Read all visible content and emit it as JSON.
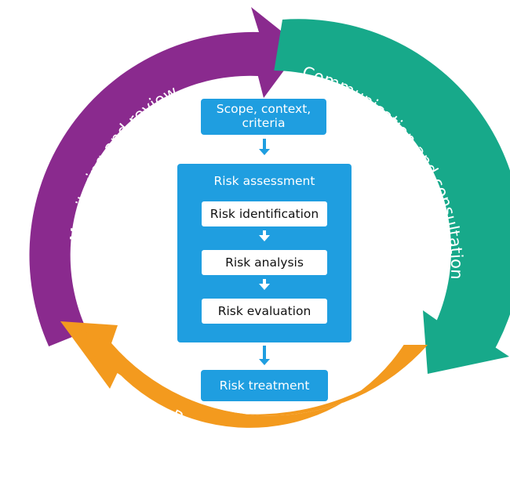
{
  "colors": {
    "monitoring": "#8a2a8e",
    "communication": "#17a98a",
    "recording": "#f39a1e",
    "process_blue": "#1f9ee0"
  },
  "cycle": {
    "monitoring_label": "Monitoring and review",
    "communication_label": "Communication and consultation",
    "recording_label": "Recording and reporting"
  },
  "process": {
    "scope_label": "Scope, context, criteria",
    "assessment": {
      "title": "Risk assessment",
      "steps": [
        "Risk identification",
        "Risk analysis",
        "Risk evaluation"
      ]
    },
    "treatment_label": "Risk treatment"
  }
}
